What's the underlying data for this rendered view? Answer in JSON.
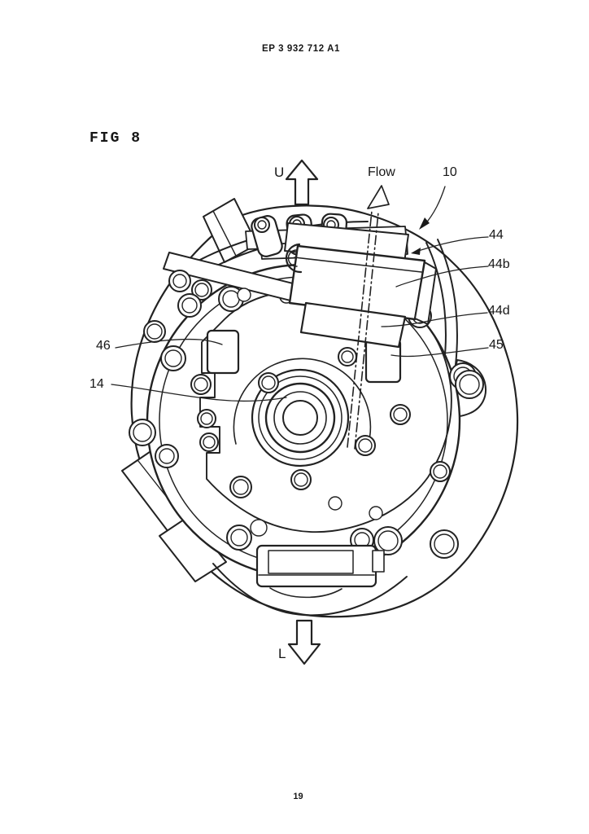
{
  "document": {
    "publication_number": "EP 3 932 712 A1",
    "figure_label": "FIG 8",
    "page_number": "19"
  },
  "figure": {
    "direction_up": "U",
    "direction_down": "L",
    "flow_label": "Flow",
    "ref_10": "10",
    "ref_44": "44",
    "ref_44b": "44b",
    "ref_44d": "44d",
    "ref_45": "45",
    "ref_46": "46",
    "ref_14": "14"
  },
  "icons": {
    "up_arrow": "hollow-up-arrow",
    "down_arrow": "hollow-down-arrow",
    "flow_arrow": "dash-dot-flow-arrow"
  },
  "colors": {
    "line": "#222222",
    "paper": "#ffffff"
  }
}
